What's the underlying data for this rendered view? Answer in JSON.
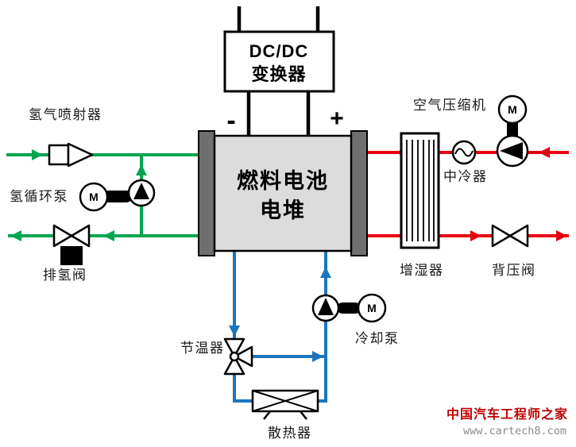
{
  "colors": {
    "h2": "#00A64F",
    "air": "#E60012",
    "coolant": "#1B75BC",
    "plate": "#6F6F6F",
    "stack_body": "#DCDCDC",
    "wm_red": "#C00000",
    "wm_gray": "#8C8C8C"
  },
  "diagram": {
    "dcdc": {
      "line1": "DC/DC",
      "line2": "变换器"
    },
    "terminals": {
      "minus": "-",
      "plus": "+"
    },
    "stack": {
      "line1": "燃料电池",
      "line2": "电堆"
    },
    "motor": "M",
    "labels": {
      "h2_injector": "氢气喷射器",
      "h2_pump": "氢循环泵",
      "purge_valve": "排氢阀",
      "air_compressor": "空气压缩机",
      "intercooler": "中冷器",
      "humidifier": "增湿器",
      "backpressure_valve": "背压阀",
      "coolant_pump": "冷却泵",
      "thermostat": "节温器",
      "radiator": "散热器"
    }
  },
  "watermark": {
    "title": "中国汽车工程师之家",
    "url": "www.cartech8.com"
  }
}
